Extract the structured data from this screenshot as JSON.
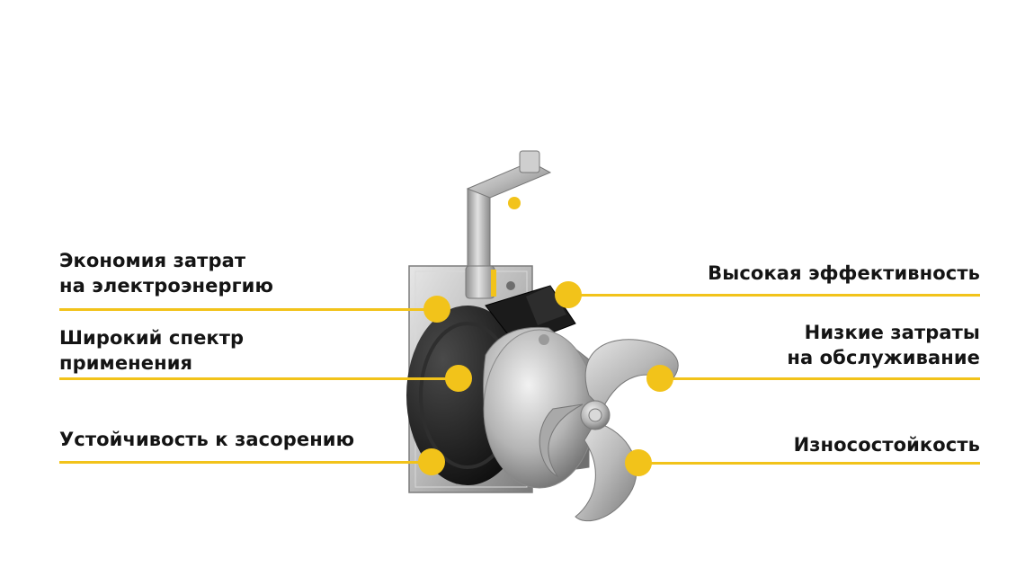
{
  "colors": {
    "accent": "#f2c31a",
    "text": "#141414",
    "background": "#ffffff"
  },
  "features": {
    "left": [
      {
        "lines": [
          "Экономия затрат",
          "на электроэнергию"
        ]
      },
      {
        "lines": [
          "Широкий спектр",
          "применения"
        ]
      },
      {
        "lines": [
          "Устойчивость к засорению"
        ]
      }
    ],
    "right": [
      {
        "lines": [
          "Высокая эффективность"
        ]
      },
      {
        "lines": [
          "Низкие затраты",
          "на обслуживание"
        ]
      },
      {
        "lines": [
          "Износостойкость"
        ]
      }
    ]
  },
  "illustration": {
    "subject": "submersible-mixer-icon"
  }
}
